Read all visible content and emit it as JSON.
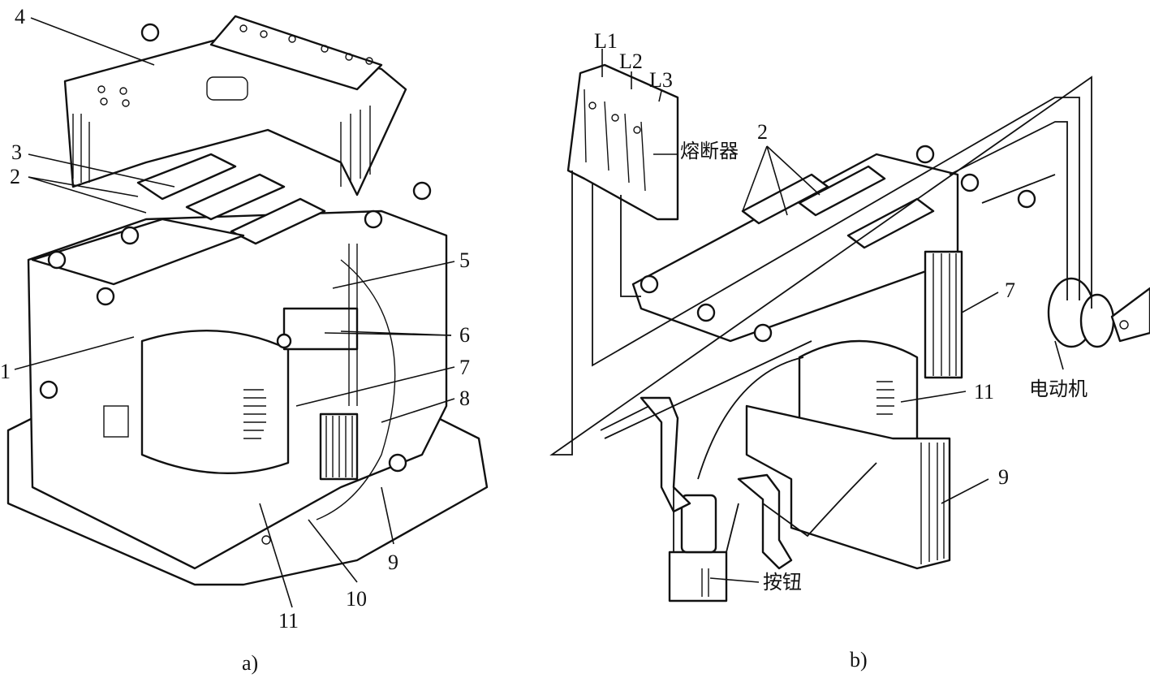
{
  "figure": {
    "panels": [
      {
        "id": "a",
        "caption": "a)",
        "callouts": [
          "1",
          "2",
          "3",
          "4",
          "5",
          "6",
          "7",
          "8",
          "9",
          "10",
          "11"
        ]
      },
      {
        "id": "b",
        "caption": "b)",
        "phase_labels": [
          "L1",
          "L2",
          "L3"
        ],
        "callouts": {
          "fuse": "熔断器",
          "contacts": "2",
          "core_top": "7",
          "coil": "11",
          "core_bottom": "9",
          "motor": "电动机",
          "button": "按钮"
        }
      }
    ]
  }
}
